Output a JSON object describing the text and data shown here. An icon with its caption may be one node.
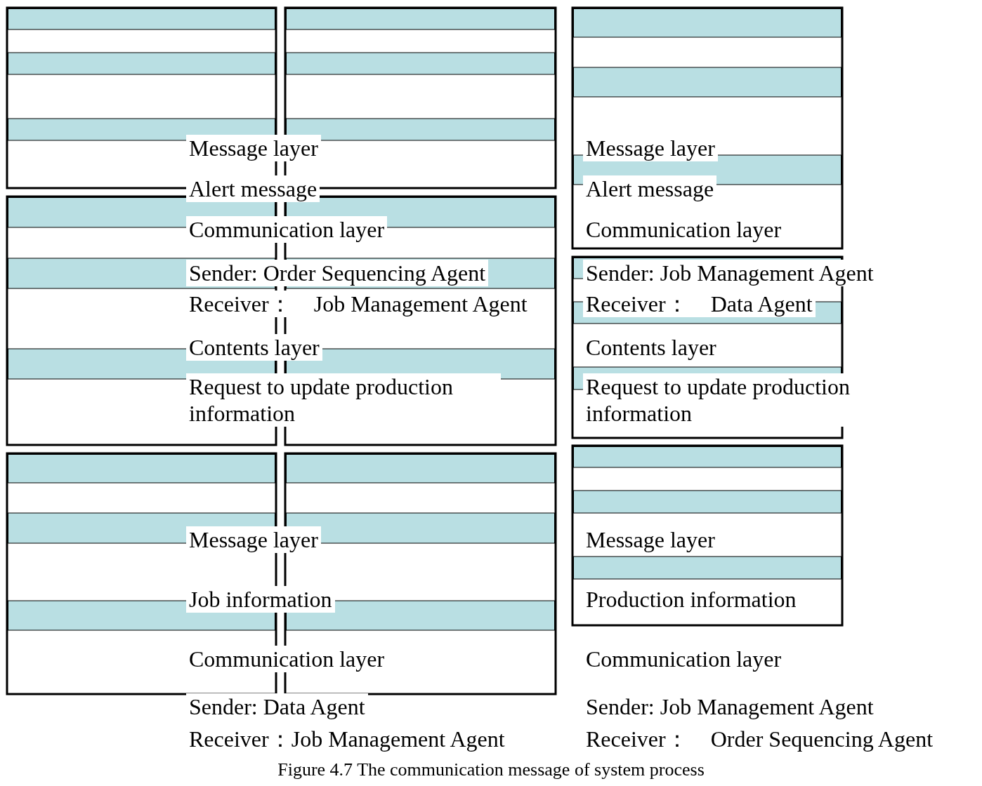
{
  "diagram": {
    "caption": "Figure 4.7 The communication message of system process",
    "labels": [
      "Message layer",
      "Alert message",
      "Communication layer",
      "Sender: Order Sequencing Agent",
      "Receiver：　Job Management Agent",
      "Contents layer",
      "Request to update production information",
      "Message layer",
      "Job information",
      "Communication layer",
      "Sender: Data Agent",
      "Receiver：Job Management Agent",
      "Message layer",
      "Alert message",
      "Communication layer",
      "Sender: Job Management Agent",
      "Receiver：　Data Agent",
      "Contents layer",
      "Request to update production information",
      "Message layer",
      "Production information",
      "Communication layer",
      "Sender: Job Management Agent",
      "Receiver：　Order Sequencing Agent"
    ]
  }
}
